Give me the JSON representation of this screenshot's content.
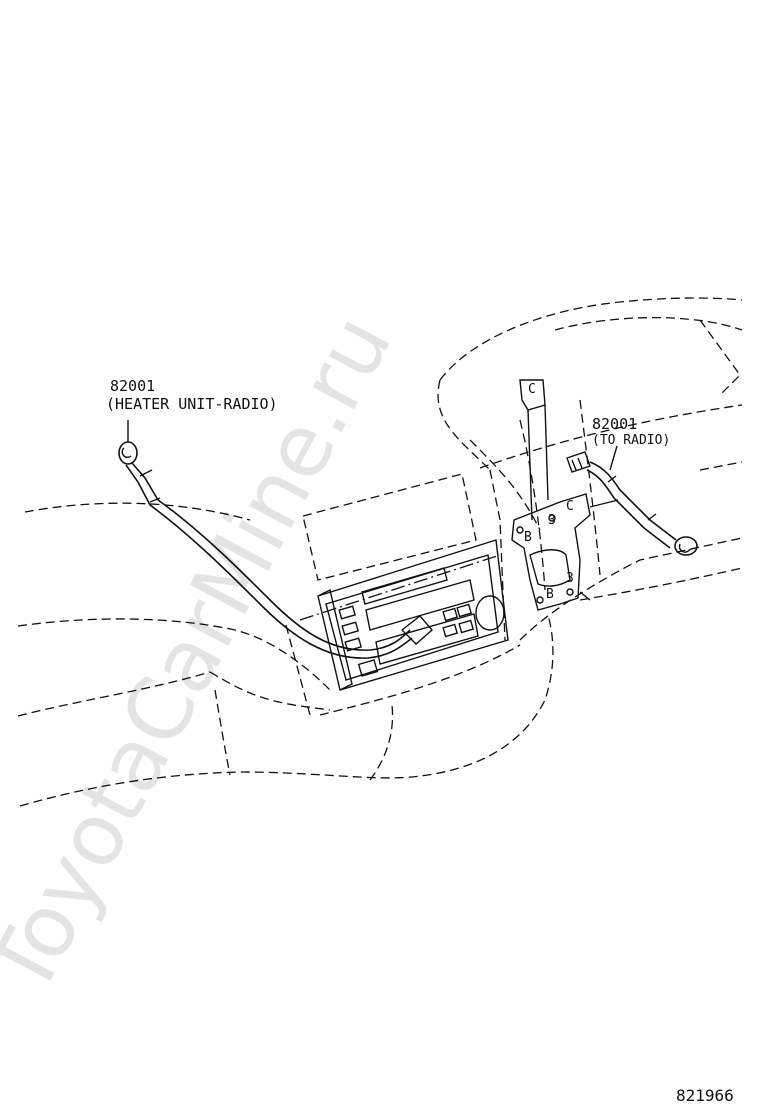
{
  "watermark": "ToyotaCarMine.ru",
  "callouts": [
    {
      "part_no": "82001",
      "desc": "(HEATER UNIT-RADIO)"
    },
    {
      "part_no": "82001",
      "desc": "(TO RADIO)"
    }
  ],
  "connector_letters": [
    "C",
    "C",
    "B",
    "B"
  ],
  "illustration_no": "821966"
}
